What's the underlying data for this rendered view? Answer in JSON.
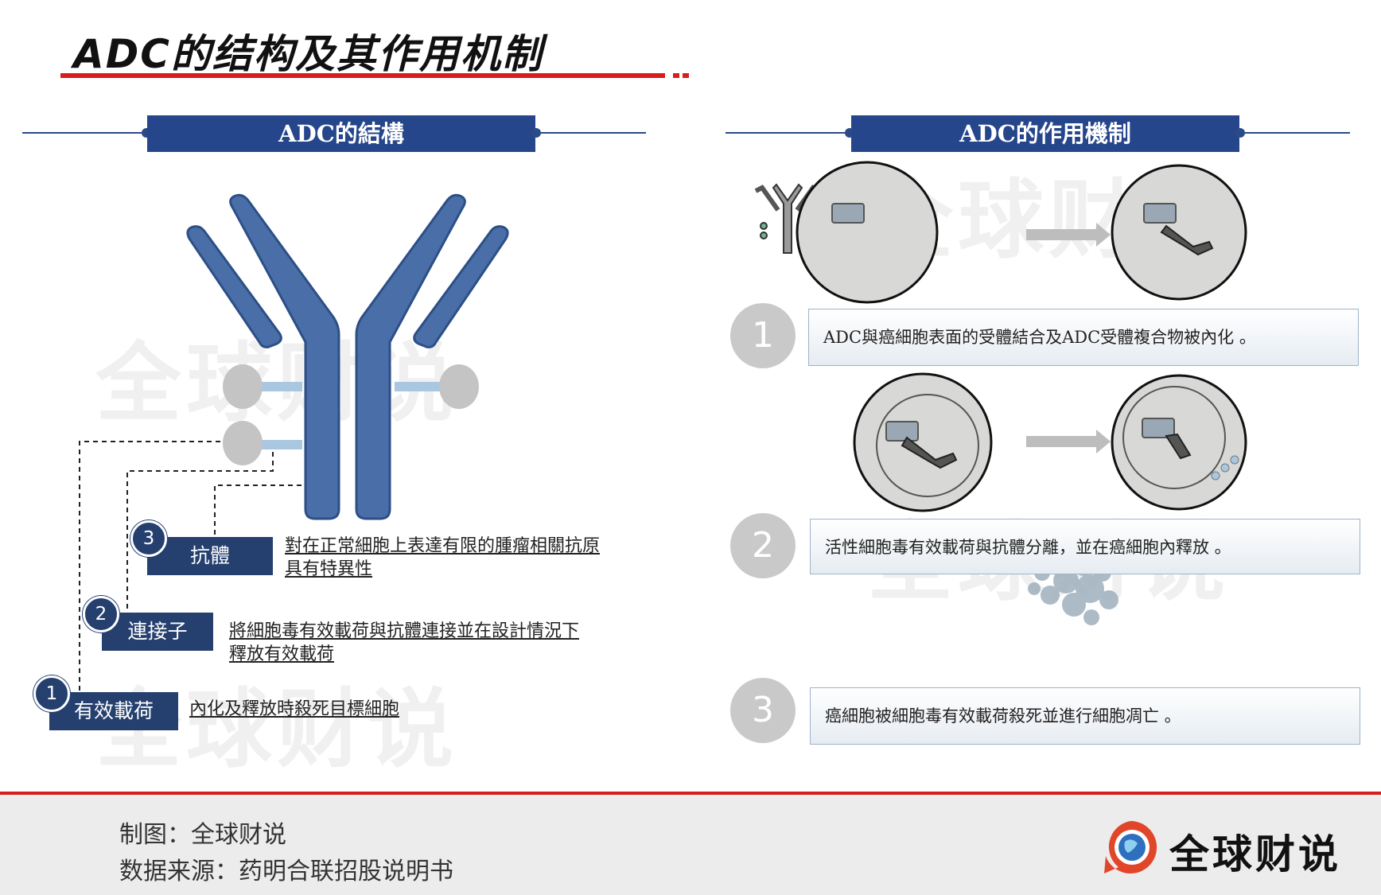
{
  "title": "ADC的结构及其作用机制",
  "left_section": {
    "header": "ADC的結構",
    "components": [
      {
        "number": "3",
        "label": "抗體",
        "description_line1": "對在正常細胞上表達有限的腫瘤相關抗原",
        "description_line2": "具有特異性"
      },
      {
        "number": "2",
        "label": "連接子",
        "description_line1": "將細胞毒有效載荷與抗體連接並在設計情況下",
        "description_line2": "釋放有效載荷"
      },
      {
        "number": "1",
        "label": "有效載荷",
        "description_line1": "內化及釋放時殺死目標細胞",
        "description_line2": ""
      }
    ]
  },
  "right_section": {
    "header": "ADC的作用機制",
    "steps": [
      {
        "number": "1",
        "text": "ADC與癌細胞表面的受體結合及ADC受體複合物被內化 。"
      },
      {
        "number": "2",
        "text": "活性細胞毒有效載荷與抗體分離，並在癌細胞內釋放 。"
      },
      {
        "number": "3",
        "text": "癌細胞被細胞毒有效載荷殺死並進行細胞凋亡 。"
      }
    ]
  },
  "watermark": "全球财说",
  "footer": {
    "made_by": "制图：全球财说",
    "source": "数据来源：药明合联招股说明书",
    "brand": "全球财说"
  },
  "colors": {
    "accent_red": "#d91d1d",
    "navy": "#26468c",
    "antibody_blue": "#4a6ea8",
    "payload_grey": "#c4c4c4",
    "linker_lightblue": "#a9c7e0"
  }
}
